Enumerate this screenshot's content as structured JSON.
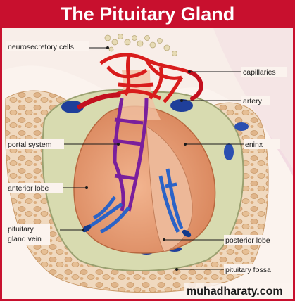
{
  "title": "The Pituitary Gland",
  "labels": {
    "neurosecretory_cells": "neurosecretory cells",
    "capillaries": "capillaries",
    "artery": "artery",
    "portal_system": "portal system",
    "meninx": "eninx",
    "anterior_lobe": "anterior lobe",
    "pituitary_gland_vein_line1": "pituitary",
    "pituitary_gland_vein_line2": "gland vein",
    "posterior_lobe": "posterior lobe",
    "pituitary_fossa": "pituitary fossa"
  },
  "watermark": "muhadharaty.com",
  "colors": {
    "header": "#c8102e",
    "capillary_red": "#d81c1c",
    "portal_purple": "#7a1f9c",
    "vein_blue": "#2b63c7",
    "anterior_lobe": "#e9a37e",
    "bone": "#e3b98f"
  }
}
